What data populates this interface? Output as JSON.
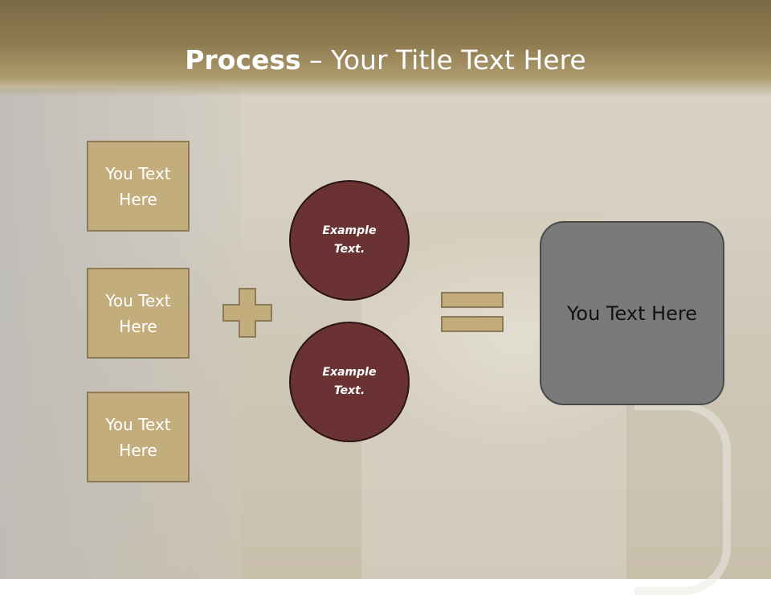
{
  "slide": {
    "title_bold": "Process",
    "title_rest": " – Your Title Text Here"
  },
  "left_boxes": [
    {
      "label": "You Text Here"
    },
    {
      "label": "You Text Here"
    },
    {
      "label": "You Text Here"
    }
  ],
  "circles": [
    {
      "label": "Example Text."
    },
    {
      "label": "Example Text."
    }
  ],
  "result_box": {
    "label": "You Text Here"
  },
  "colors": {
    "header": "#8e7b52",
    "box_fill": "#c4ad7c",
    "box_border": "#8d7a56",
    "circle_fill": "#6a3232",
    "result_fill": "#7a7a7a"
  },
  "icons": [
    "plus-icon",
    "equals-icon"
  ]
}
